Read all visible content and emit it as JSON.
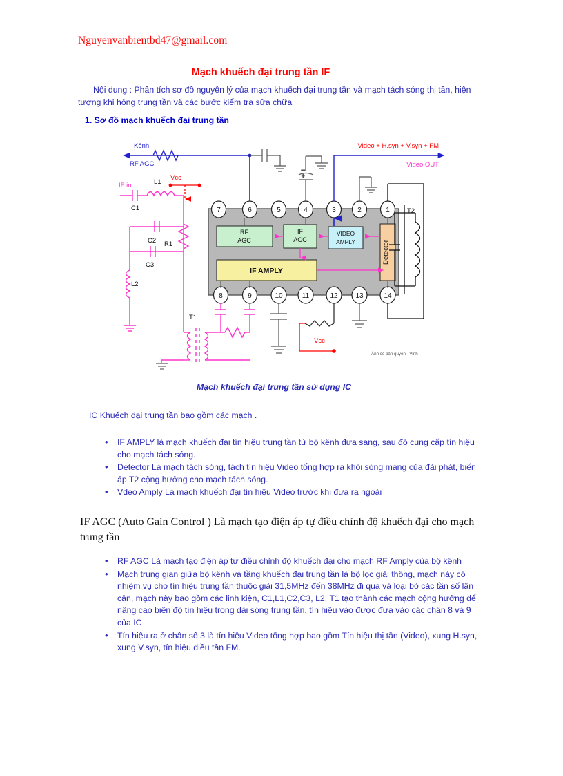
{
  "header": {
    "email": "Nguyenvanbientbd47@gmail.com"
  },
  "title": "Mạch khuếch đại trung tần IF",
  "intro": {
    "line1": "Nội dung : Phân tích sơ đồ nguyên lý của mạch khuếch đại trung tần và mạch tách sóng thị",
    "line2": "tần, hiện tượng khi hỏng trung tần và các bước kiểm tra sửa chữa"
  },
  "section_heading": "1. Sơ đồ mạch khuếch đại trung tần",
  "figure": {
    "caption": "Mạch khuếch đại trung tần sử dụng IC",
    "watermark": "Ảnh có bản quyền - Vinh",
    "labels": {
      "kenh": "Kênh",
      "rf_agc_out": "RF AGC",
      "if_in": "IF in",
      "c1": "C1",
      "l1": "L1",
      "c2": "C2",
      "c3": "C3",
      "r1": "R1",
      "l2": "L2",
      "t1": "T1",
      "t2": "T2",
      "vcc_top": "Vcc",
      "vcc_bottom": "Vcc",
      "video_sum": "Video + H.syn + V.syn + FM",
      "video_out": "Video OUT"
    },
    "blocks": [
      {
        "name": "rf-agc",
        "label": "RF\nAGC",
        "line1": "RF",
        "line2": "AGC",
        "color": "#c8f0ce"
      },
      {
        "name": "if-agc",
        "label": "IF\nAGC",
        "line1": "IF",
        "line2": "AGC",
        "color": "#c8f0ce"
      },
      {
        "name": "video-amply",
        "line1": "VIDEO",
        "line2": "AMPLY",
        "color": "#c8f0f8"
      },
      {
        "name": "if-amply",
        "line1": "IF AMPLY",
        "color": "#f7f0a0"
      },
      {
        "name": "detector",
        "line1": "Detector",
        "color": "#f8cfa0"
      }
    ],
    "pins_top": [
      "7",
      "6",
      "5",
      "4",
      "3",
      "2",
      "1"
    ],
    "pins_bottom": [
      "8",
      "9",
      "10",
      "11",
      "12",
      "13",
      "14"
    ],
    "colors": {
      "ic_body": "#b8b8b8",
      "wire_blue": "#2222cc",
      "wire_magenta": "#ff33cc",
      "wire_red": "#ff0000",
      "wire_black": "#000000"
    }
  },
  "body_line": "IC Khuếch đại trung tần bao gồm các mạch .",
  "bullets_1": [
    "IF AMPLY là mạch khuếch đại tín hiệu trung tần từ bộ kênh đưa sang, sau đó cung cấp tín hiệu cho mạch tách sóng.",
    "Detector Là mạch tách sóng, tách tín hiệu Video tổng hợp ra khỏi sóng mang của đài phát, biến áp T2 cộng hưởng cho mạch tách sóng.",
    "Vdeo Amply Là mạch khuếch đại tín hiệu Video trước khi đưa ra ngoài"
  ],
  "serif_heading": "IF AGC (Auto Gain Control ) Là mạch tạo điện áp tự điều chỉnh độ khuếch đại cho mạch trung tần",
  "bullets_2": [
    "RF AGC Là mạch tạo điện áp tự điều chỉnh độ khuếch đại cho mạch RF Amply của bộ kênh",
    "Mạch trung gian giữa bộ kênh và tầng khuếch đại trung tần là bộ lọc giải thông, mạch này có nhiệm vụ cho tín hiệu trung tần thuộc giải 31,5MHz đến 38MHz đi qua và loại bỏ các tần số lân cận, mạch này bao gồm các linh kiện, C1,L1,C2,C3, L2, T1 tạo thành các mạch cộng hưởng để nâng cao biên độ tín hiệu trong dải sóng trung tần, tín hiệu vào được đưa vào các chân 8 và 9 của IC",
    "Tín hiệu ra ở chân số 3 là tín hiệu Video tổng hợp bao gồm Tín hiệu thị tần (Video), xung H.syn, xung V.syn, tín hiệu điều tần FM."
  ]
}
